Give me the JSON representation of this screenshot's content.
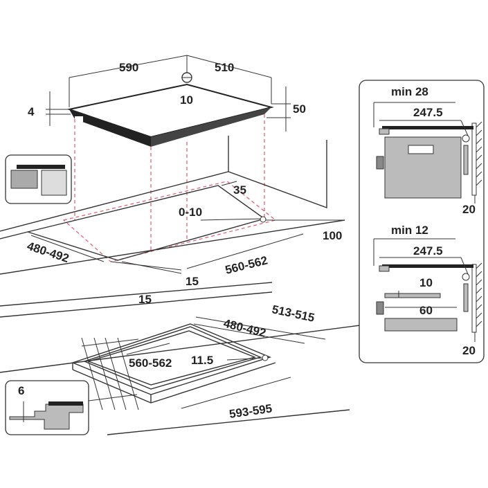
{
  "top_view": {
    "width": "590",
    "depth": "510",
    "hole": "10",
    "glass_thickness": "4",
    "hob_height": "50",
    "cutout_margin": "35",
    "cutout_offset": "0-10",
    "cutout_depth": "480-492",
    "cutout_width": "560-562",
    "wall_distance": "100",
    "front_gap_a": "15",
    "front_gap_b": "15"
  },
  "flush_view": {
    "outer_depth": "513-515",
    "cutout_depth": "480-492",
    "cutout_width": "560-562",
    "corner_radius": "11.5",
    "outer_width": "593-595",
    "recess_depth": "6"
  },
  "side_panel_oven": {
    "min_label": "min 28",
    "depth": "247.5",
    "wall": "20"
  },
  "side_panel_drawer": {
    "min_label": "min 12",
    "depth": "247.5",
    "gap": "10",
    "shelf": "60",
    "wall": "20"
  },
  "colors": {
    "line": "#333333",
    "dash": "#e05a6a",
    "fill_gray": "#bbbbbb",
    "fill_dark": "#222222"
  }
}
